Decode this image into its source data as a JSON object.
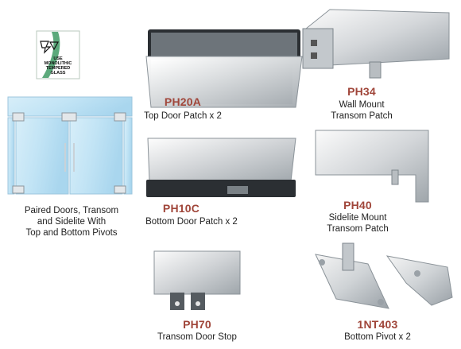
{
  "badge": {
    "lines": [
      "USE",
      "MONOLITHIC",
      "TEMPERED",
      "GLASS"
    ]
  },
  "door_caption": [
    "Paired Doors, Transom",
    "and Sidelite With",
    "Top and Bottom Pivots"
  ],
  "products": [
    {
      "code": "PH20A",
      "desc": [
        "Top Door Patch  x 2"
      ]
    },
    {
      "code": "PH34",
      "desc": [
        "Wall Mount",
        "Transom Patch"
      ]
    },
    {
      "code": "PH10C",
      "desc": [
        "Bottom Door Patch x 2"
      ]
    },
    {
      "code": "PH40",
      "desc": [
        "Sidelite Mount",
        "Transom Patch"
      ]
    },
    {
      "code": "PH70",
      "desc": [
        "Transom Door Stop"
      ]
    },
    {
      "code": "1NT403",
      "desc": [
        "Bottom Pivot x 2"
      ]
    }
  ],
  "colors": {
    "code_text": "#a0463a",
    "glass": "#bfe3f4",
    "badge_green": "#2f8a55"
  }
}
